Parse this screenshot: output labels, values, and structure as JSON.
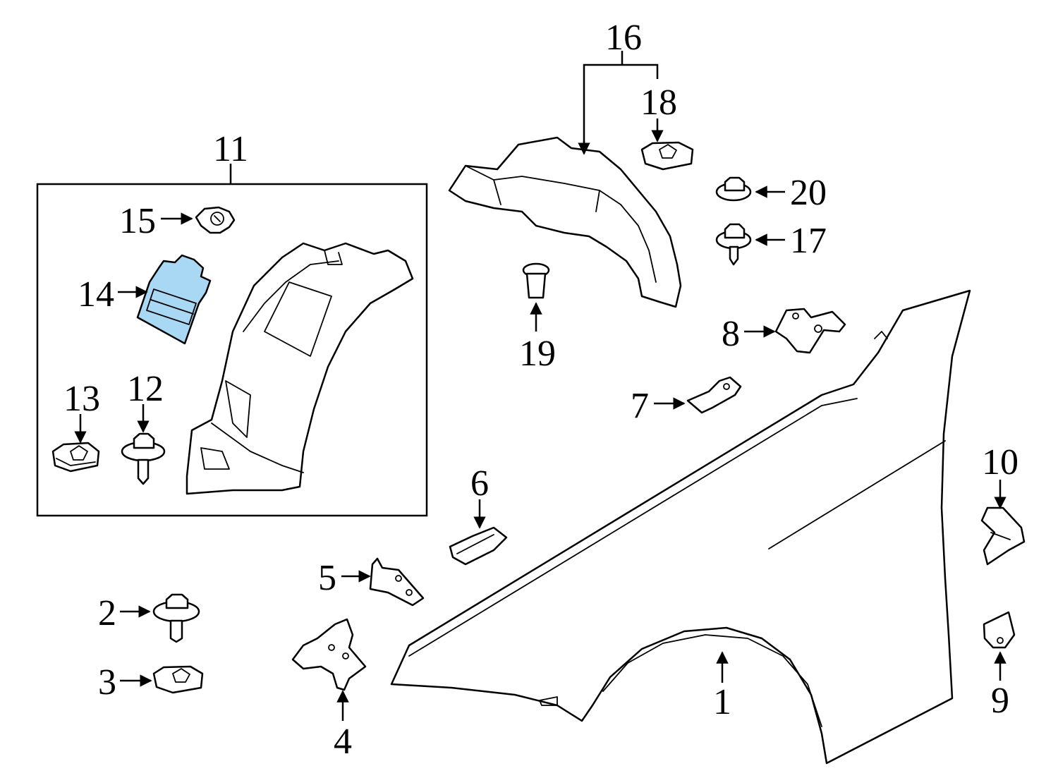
{
  "colors": {
    "highlight_part": "#a9d8f5",
    "line": "#000000",
    "background": "#ffffff"
  },
  "callouts": {
    "c1": "1",
    "c2": "2",
    "c3": "3",
    "c4": "4",
    "c5": "5",
    "c6": "6",
    "c7": "7",
    "c8": "8",
    "c9": "9",
    "c10": "10",
    "c11": "11",
    "c12": "12",
    "c13": "13",
    "c14": "14",
    "c15": "15",
    "c16": "16",
    "c17": "17",
    "c18": "18",
    "c19": "19",
    "c20": "20"
  },
  "highlighted_callout": "14"
}
